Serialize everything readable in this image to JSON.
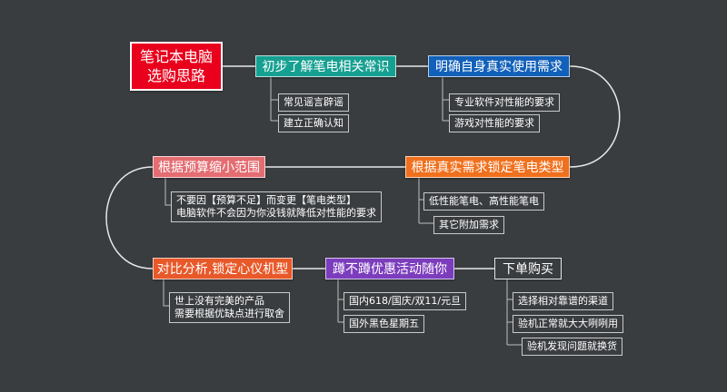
{
  "root": {
    "line1": "笔记本电脑",
    "line2": "选购思路"
  },
  "colors": {
    "root": "#e8001c",
    "teal": "#16a092",
    "blue": "#1260b9",
    "orange": "#f0701d",
    "pink": "#e46d72",
    "orange2": "#e8592a",
    "purple": "#7c3dbd",
    "background": "#3a3d40"
  },
  "nodes": {
    "n1": {
      "label": "初步了解笔电相关常识",
      "children": [
        "常见谣言辟谣",
        "建立正确认知"
      ]
    },
    "n2": {
      "label": "明确自身真实使用需求",
      "children": [
        "专业软件对性能的要求",
        "游戏对性能的要求"
      ]
    },
    "n3": {
      "label": "根据真实需求锁定笔电类型",
      "children": [
        "低性能笔电、高性能笔电",
        "其它附加需求"
      ]
    },
    "n4": {
      "label": "根据预算缩小范围",
      "children": [
        [
          "不要因【预算不足】而变更【笔电类型】",
          "电脑软件不会因为你没钱就降低对性能的要求"
        ]
      ]
    },
    "n5": {
      "label": "对比分析,锁定心仪机型",
      "children": [
        [
          "世上没有完美的产品",
          "需要根据优缺点进行取舍"
        ]
      ]
    },
    "n6": {
      "label": "蹲不蹲优惠活动随你",
      "children": [
        "国内618/国庆/双11/元旦",
        "国外黑色星期五"
      ]
    },
    "n7": {
      "label": "下单购买",
      "children": [
        "选择相对靠谱的渠道",
        "验机正常就大大咧咧用",
        "验机发现问题就换货"
      ]
    }
  }
}
